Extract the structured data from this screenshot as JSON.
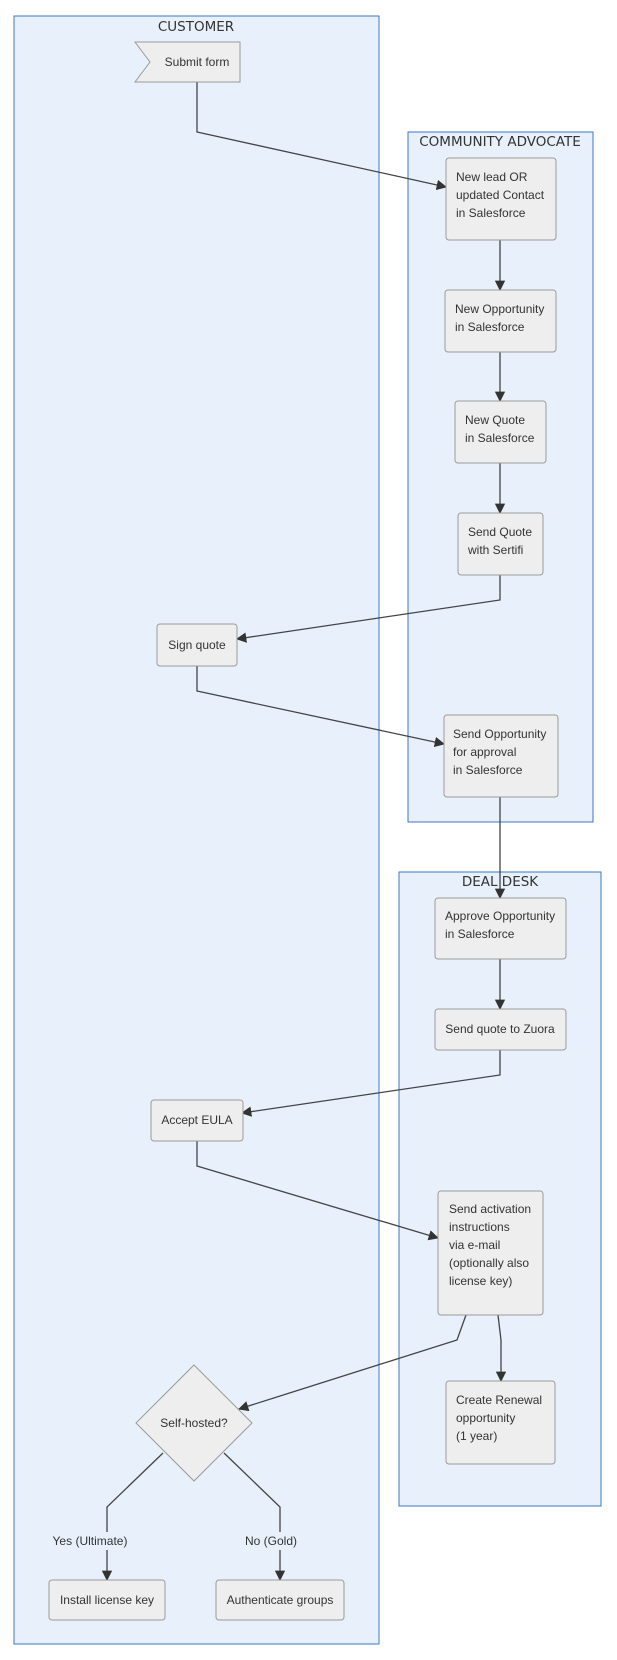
{
  "lanes": {
    "customer": "CUSTOMER",
    "community_advocate": "COMMUNITY ADVOCATE",
    "deal_desk": "DEAL DESK"
  },
  "nodes": {
    "submit_form": [
      "Submit form"
    ],
    "new_lead": [
      "New lead OR",
      "updated Contact",
      "in Salesforce"
    ],
    "new_opportunity": [
      "New Opportunity",
      "in Salesforce"
    ],
    "new_quote": [
      "New Quote",
      "in Salesforce"
    ],
    "send_quote_sertifi": [
      "Send Quote",
      "with Sertifi"
    ],
    "sign_quote": [
      "Sign quote"
    ],
    "send_opportunity_approval": [
      "Send Opportunity",
      "for approval",
      "in Salesforce"
    ],
    "approve_opportunity": [
      "Approve Opportunity",
      "in Salesforce"
    ],
    "send_quote_zuora": [
      "Send quote to Zuora"
    ],
    "accept_eula": [
      "Accept EULA"
    ],
    "send_activation": [
      "Send activation",
      "instructions",
      "via e-mail",
      "(optionally also",
      "license key)"
    ],
    "create_renewal": [
      "Create Renewal",
      "opportunity",
      "(1 year)"
    ],
    "self_hosted": [
      "Self-hosted?"
    ],
    "install_license_key": [
      "Install license key"
    ],
    "authenticate_groups": [
      "Authenticate groups"
    ]
  },
  "edge_labels": {
    "yes": "Yes (Ultimate)",
    "no": "No (Gold)"
  }
}
